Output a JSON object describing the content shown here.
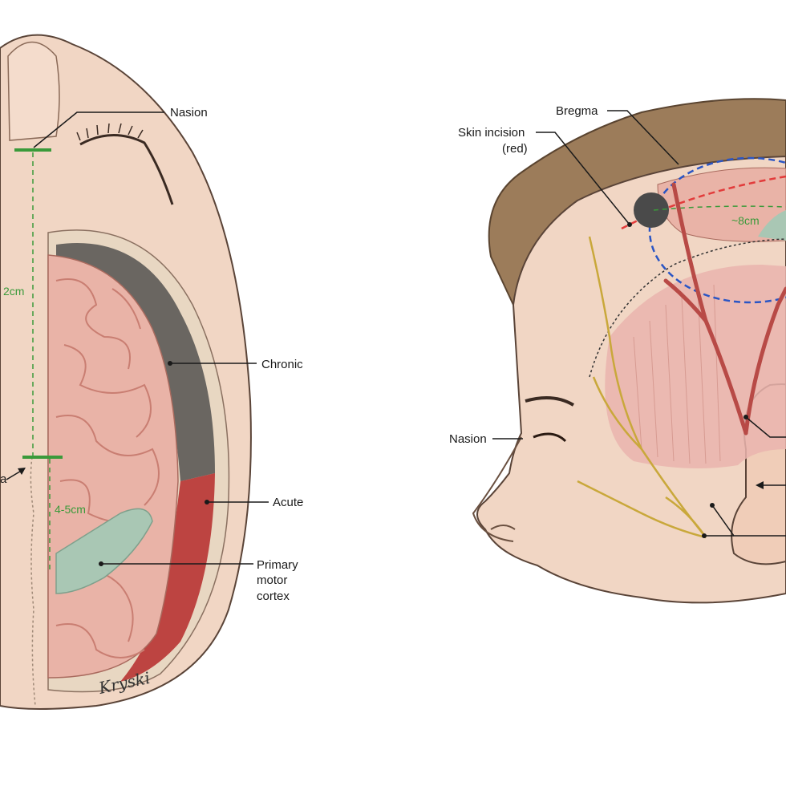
{
  "left_panel": {
    "labels": {
      "nasion": "Nasion",
      "chronic": "Chronic",
      "acute": "Acute",
      "primary_motor_1": "Primary",
      "primary_motor_2": "motor",
      "primary_motor_3": "cortex",
      "bregma_partial": "a"
    },
    "measurements": {
      "upper": "2cm",
      "lower": "4-5cm"
    },
    "signature": "Kryski"
  },
  "right_panel": {
    "labels": {
      "bregma": "Bregma",
      "skin_incision_1": "Skin incision",
      "skin_incision_2": "(red)",
      "nasion": "Nasion"
    },
    "measurements": {
      "arc": "~8cm"
    }
  },
  "colors": {
    "skin": "#f1d6c4",
    "skin_shadow": "#e3b9a2",
    "hair": "#9c7c5a",
    "brain": "#e9b3a7",
    "brain_gyri": "#c97e72",
    "chronic": "#5c5a57",
    "acute": "#b52a2a",
    "motor_cortex": "#a9c7b4",
    "measure_green": "#3a9a3a",
    "incision_red": "#e23b3b",
    "flap_blue": "#2a55c4",
    "vessel": "#b84a46",
    "nerve": "#c9a83b"
  }
}
